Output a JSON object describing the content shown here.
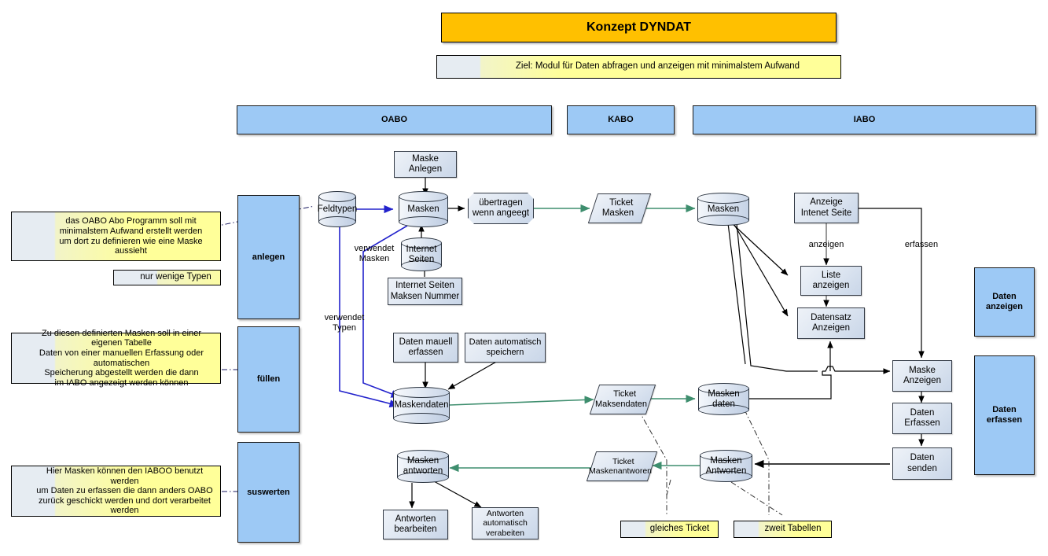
{
  "header": {
    "title": "Konzept DYNDAT",
    "title_color": "#FFC000",
    "goal": "Ziel: Modul für Daten abfragen und anzeigen mit minimalstem Aufwand"
  },
  "columns": [
    {
      "label": "OABO"
    },
    {
      "label": "KABO"
    },
    {
      "label": "IABO"
    }
  ],
  "phases": [
    {
      "label": "anlegen"
    },
    {
      "label": "füllen"
    },
    {
      "label": "suswerten"
    }
  ],
  "scopes": [
    {
      "label": "Daten\nanzeigen",
      "line1": "Daten",
      "line2": "anzeigen"
    },
    {
      "label": "Daten\nerfassen",
      "line1": "Daten",
      "line2": "erfassen"
    }
  ],
  "notes": [
    {
      "id": "note-anlegen",
      "lines": [
        "das OABO Abo Programm soll mit",
        "minimalstem Aufwand erstellt werden",
        "um dort zu definieren wie eine Maske aussieht"
      ]
    },
    {
      "id": "note-typen",
      "lines": [
        "nur wenige Typen"
      ]
    },
    {
      "id": "note-fuellen",
      "lines": [
        "Zu diesen definierten Masken soll in einer eigenen Tabelle",
        "Daten von einer manuellen Erfassung oder automatischen",
        "Speicherung abgestellt werden die dann",
        "im IABO angezeigt werden können"
      ]
    },
    {
      "id": "note-auswerten",
      "lines": [
        "Hier Masken können den IABOO benutzt werden",
        "um Daten zu erfassen die dann anders OABO",
        "zurück geschickt werden und dort verarbeitet werden"
      ]
    },
    {
      "id": "note-gleiches-ticket",
      "lines": [
        "gleiches Ticket"
      ]
    },
    {
      "id": "note-zwei-tabellen",
      "lines": [
        "zweit Tabellen"
      ]
    }
  ],
  "nodes": {
    "maske_anlegen": {
      "label": "Maske Anlegen"
    },
    "feldtypen": {
      "label": "Feldtypen"
    },
    "masken_oabo": {
      "label": "Masken"
    },
    "uebertragen": {
      "l1": "übertragen",
      "l2": "wenn angeegt"
    },
    "ticket_masken": {
      "l1": "Ticket",
      "l2": "Masken"
    },
    "masken_iabo": {
      "label": "Masken"
    },
    "internet_seiten": {
      "l1": "Internet",
      "l2": "Seiten"
    },
    "internet_seiten_nr": {
      "l1": "Internet Seiten",
      "l2": "Maksen Nummer"
    },
    "anzeige_internet": {
      "l1": "Anzeige",
      "l2": "Intenet Seite"
    },
    "liste_anzeigen": {
      "l1": "Liste",
      "l2": "anzeigen"
    },
    "datensatz_anzeigen": {
      "l1": "Datensatz",
      "l2": "Anzeigen"
    },
    "daten_manuell": {
      "l1": "Daten mauell",
      "l2": "erfassen"
    },
    "daten_automatisch": {
      "l1": "Daten automatisch",
      "l2": "speichern"
    },
    "maskendaten": {
      "label": "Maskendaten"
    },
    "ticket_maksendaten": {
      "l1": "Ticket",
      "l2": "Maksendaten"
    },
    "masken_daten_iabo": {
      "l1": "Masken",
      "l2": "daten"
    },
    "maske_anzeigen": {
      "l1": "Maske",
      "l2": "Anzeigen"
    },
    "daten_erfassen": {
      "l1": "Daten",
      "l2": "Erfassen"
    },
    "daten_senden": {
      "l1": "Daten",
      "l2": "senden"
    },
    "masken_antworten_l": {
      "l1": "Masken",
      "l2": "antworten"
    },
    "ticket_maskenantworten": {
      "l1": "Ticket",
      "l2": "Maskenantworen"
    },
    "masken_antworten_r": {
      "l1": "Masken",
      "l2": "Antworten"
    },
    "antworten_bearbeiten": {
      "l1": "Antworten",
      "l2": "bearbeiten"
    },
    "antworten_auto": {
      "l1": "Antworten",
      "l2": "automatisch",
      "l3": "verabeiten"
    }
  },
  "edge_labels": {
    "verwendet_masken": {
      "l1": "verwendet",
      "l2": "Masken"
    },
    "verwendet_typen": {
      "l1": "verwendet",
      "l2": "Typen"
    },
    "anzeigen": "anzeigen",
    "erfassen": "erfassen"
  },
  "colors": {
    "accent_title": "#FFC000",
    "column_blue": "#9DC9F5",
    "note_yellow": "#FFFF99",
    "note_grey": "#E6ECF2",
    "arrow_green": "#3E8E6E",
    "arrow_blue": "#2222CC",
    "arrow_black": "#000000"
  }
}
